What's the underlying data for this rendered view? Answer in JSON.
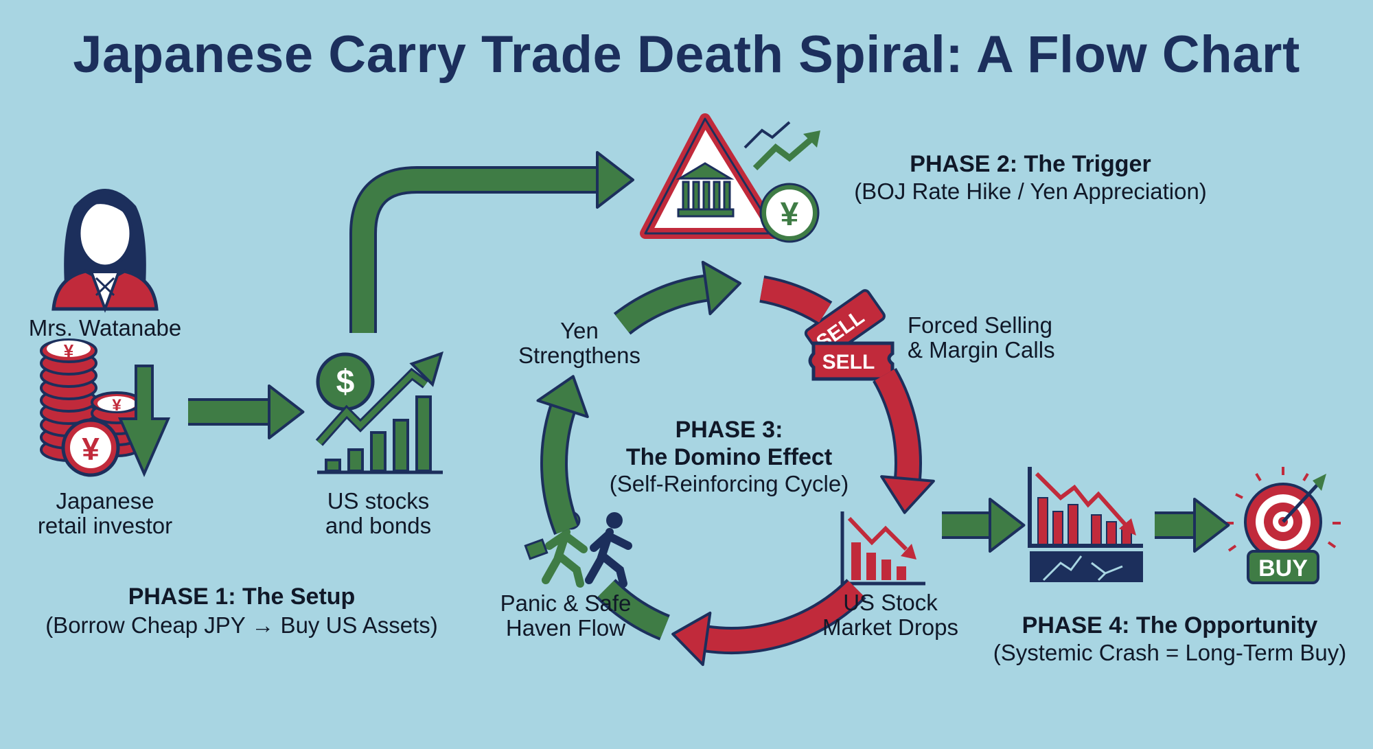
{
  "title": "Japanese Carry Trade Death Spiral: A Flow Chart",
  "colors": {
    "background": "#a8d5e2",
    "navy": "#1c2f5c",
    "green": "#3f7c45",
    "red": "#c12a3b"
  },
  "phase1": {
    "investor_name": "Mrs. Watanabe",
    "investor_label": [
      "Japanese",
      "retail investor"
    ],
    "asset_label": [
      "US stocks",
      "and bonds"
    ],
    "heading": "PHASE 1: The Setup",
    "subheading": "(Borrow Cheap JPY → Buy US Assets)",
    "coin_symbol": "¥",
    "dollar_symbol": "$"
  },
  "phase2": {
    "heading": "PHASE 2: The Trigger",
    "subheading": "(BOJ Rate Hike / Yen Appreciation)",
    "yen_symbol": "¥"
  },
  "phase3": {
    "heading": [
      "PHASE 3:",
      "The Domino Effect"
    ],
    "subheading": "(Self-Reinforcing Cycle)",
    "steps": {
      "yen": [
        "Yen",
        "Strengthens"
      ],
      "forced": [
        "Forced Selling",
        "& Margin Calls"
      ],
      "drops": [
        "US Stock",
        "Market Drops"
      ],
      "panic": [
        "Panic & Safe",
        "Haven Flow"
      ]
    },
    "ticket_label": "SELL",
    "ticket_back_label": "SELL"
  },
  "phase4": {
    "heading": "PHASE 4: The Opportunity",
    "subheading": "(Systemic Crash = Long-Term Buy)",
    "buy_label": "BUY"
  }
}
